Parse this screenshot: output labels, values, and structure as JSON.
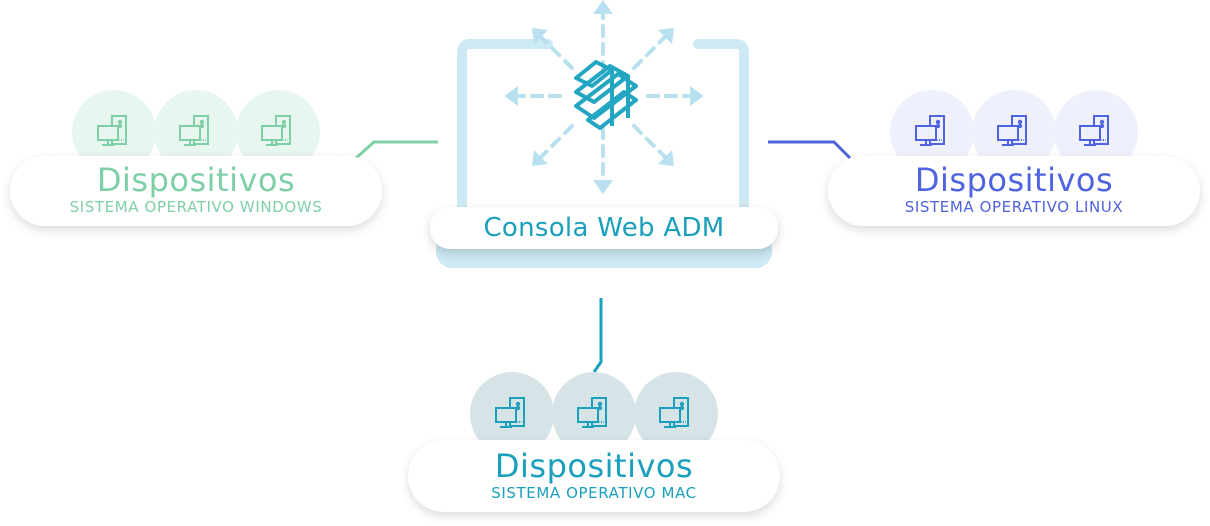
{
  "colors": {
    "windows": "#7fcfa6",
    "linux": "#4f63e0",
    "mac": "#1aa0bd",
    "frame": "#cde9f3",
    "arrows": "#b8e0ee",
    "logo": "#22a6c2"
  },
  "console": {
    "label": "Consola Web ADM"
  },
  "groups": {
    "windows": {
      "title": "Dispositivos",
      "subtitle": "SISTEMA OPERATIVO WINDOWS",
      "icon": "desktop-computer-icon"
    },
    "linux": {
      "title": "Dispositivos",
      "subtitle": "SISTEMA OPERATIVO LINUX",
      "icon": "desktop-computer-icon"
    },
    "mac": {
      "title": "Dispositivos",
      "subtitle": "SISTEMA OPERATIVO MAC",
      "icon": "desktop-computer-icon"
    }
  }
}
